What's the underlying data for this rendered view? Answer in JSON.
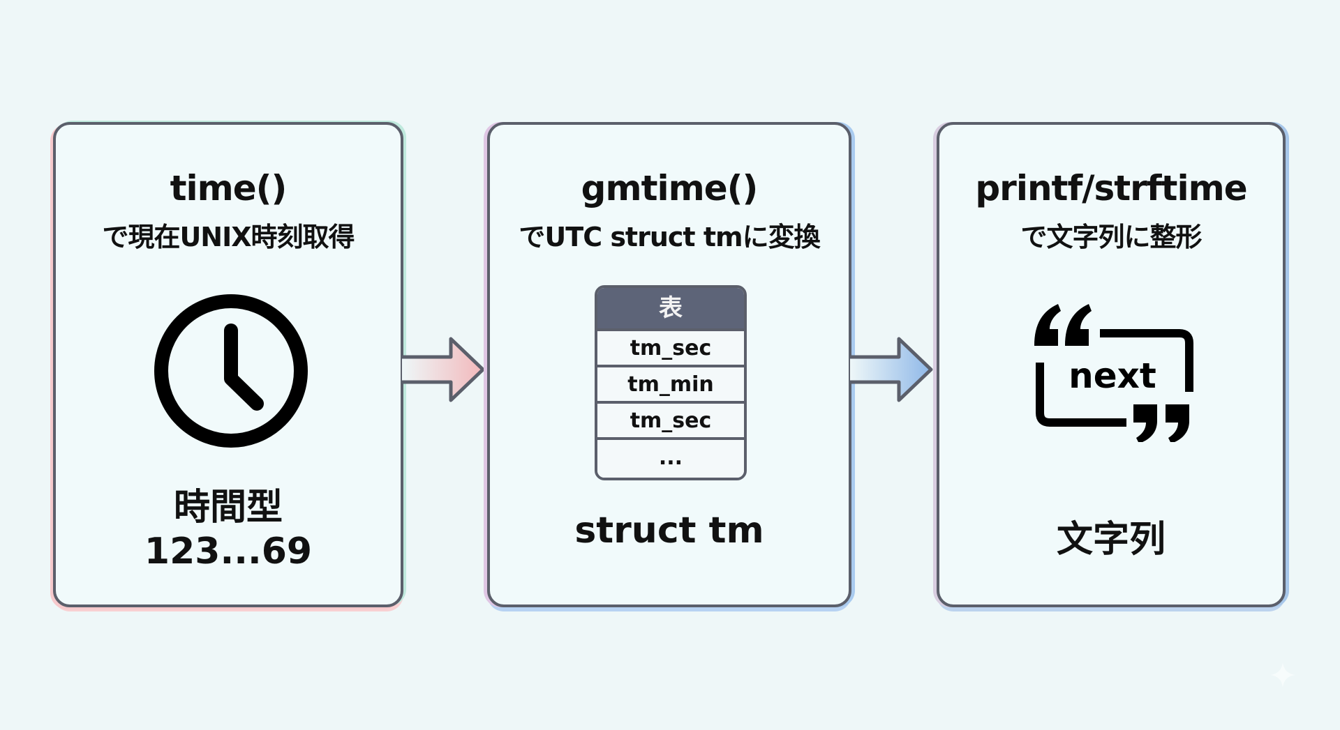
{
  "steps": [
    {
      "title": "time()",
      "subtitle": "で現在UNIX時刻取得",
      "icon": "clock-icon",
      "label_line1": "時間型",
      "label_line2": "123...69"
    },
    {
      "title": "gmtime()",
      "subtitle": "でUTC struct tmに変換",
      "icon": "table-icon",
      "table": {
        "header": "表",
        "rows": [
          "tm_sec",
          "tm_min",
          "tm_sec",
          "..."
        ]
      },
      "label": "struct tm"
    },
    {
      "title": "printf/strftime",
      "subtitle": "で文字列に整形",
      "icon": "quote-icon",
      "quote_text": "next",
      "label": "文字列"
    }
  ],
  "arrows": [
    {
      "from": "time()",
      "to": "gmtime()",
      "color": "#f2b8bb"
    },
    {
      "from": "gmtime()",
      "to": "printf/strftime",
      "color": "#8fb8e8"
    }
  ],
  "colors": {
    "background": "#eef7f8",
    "card_border": "#5b5f6b",
    "table_header": "#5d6478"
  }
}
